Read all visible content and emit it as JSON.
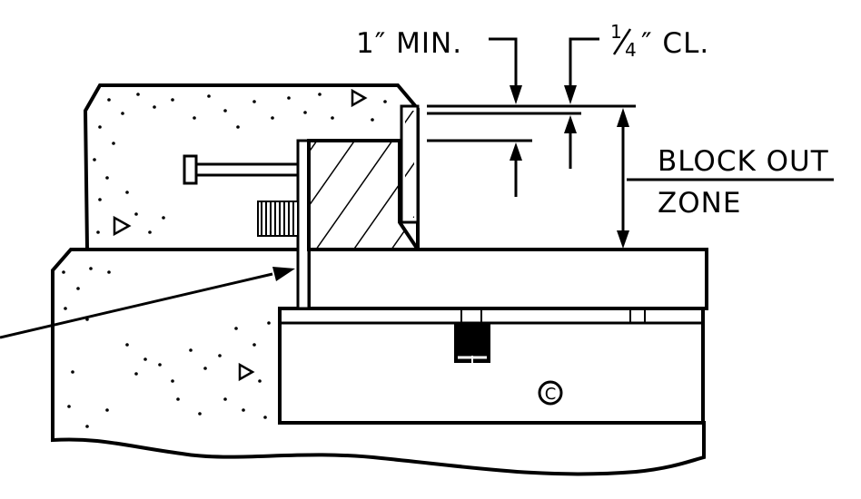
{
  "labels": {
    "min_cover": "1″ MIN.",
    "clearance_fraction_numerator": "1",
    "clearance_fraction_denominator": "4",
    "clearance_suffix": "″ CL.",
    "block_out_line1": "BLOCK OUT",
    "block_out_line2": "ZONE",
    "bolt_symbol": "C"
  },
  "colors": {
    "ink": "#000000",
    "paper": "#ffffff"
  }
}
